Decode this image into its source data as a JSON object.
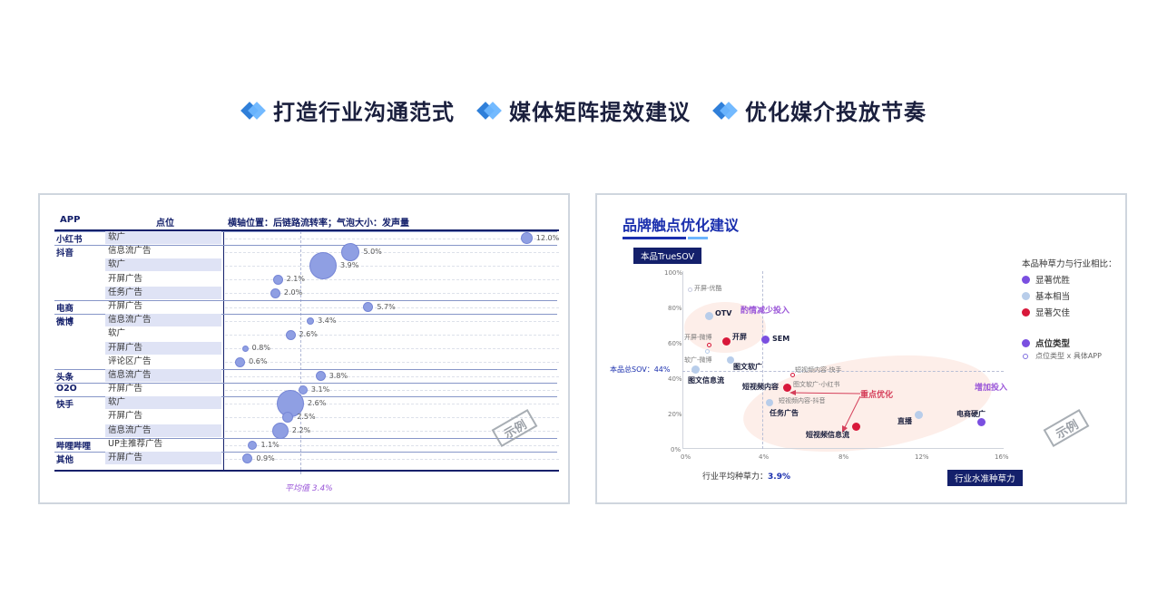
{
  "headline": [
    {
      "text": "打造行业沟通范式"
    },
    {
      "text": "媒体矩阵提效建议"
    },
    {
      "text": "优化媒介投放节奏"
    }
  ],
  "left_panel": {
    "col_app": "APP",
    "col_position": "点位",
    "axis_title": "横轴位置：后链路流转率；气泡大小：发声量",
    "avg_label": "平均值 3.4%",
    "stamp": "示例",
    "rows": [
      {
        "app": "小红书",
        "position": "软广",
        "value": "12.0%"
      },
      {
        "app": "抖音",
        "position": "信息流广告",
        "value": "5.0%"
      },
      {
        "app": "",
        "position": "软广",
        "value": "3.9%"
      },
      {
        "app": "",
        "position": "开屏广告",
        "value": "2.1%"
      },
      {
        "app": "",
        "position": "任务广告",
        "value": "2.0%"
      },
      {
        "app": "电商",
        "position": "开屏广告",
        "value": "5.7%"
      },
      {
        "app": "微博",
        "position": "信息流广告",
        "value": "3.4%"
      },
      {
        "app": "",
        "position": "软广",
        "value": "2.6%"
      },
      {
        "app": "",
        "position": "开屏广告",
        "value": "0.8%"
      },
      {
        "app": "",
        "position": "评论区广告",
        "value": "0.6%"
      },
      {
        "app": "头条",
        "position": "信息流广告",
        "value": "3.8%"
      },
      {
        "app": "O2O",
        "position": "开屏广告",
        "value": "3.1%"
      },
      {
        "app": "快手",
        "position": "软广",
        "value": "2.6%"
      },
      {
        "app": "",
        "position": "开屏广告",
        "value": "2.5%"
      },
      {
        "app": "",
        "position": "信息流广告",
        "value": "2.2%"
      },
      {
        "app": "哔哩哔哩",
        "position": "UP主推荐广告",
        "value": "1.1%"
      },
      {
        "app": "其他",
        "position": "开屏广告",
        "value": "0.9%"
      }
    ]
  },
  "right_panel": {
    "title": "品牌触点优化建议",
    "y_badge": "本品TrueSOV",
    "x_badge": "行业水准种草力",
    "legend_title": "本品种草力与行业相比：",
    "legend": [
      {
        "label": "显著优胜",
        "color": "#7a4fe0"
      },
      {
        "label": "基本相当",
        "color": "#b8cdea"
      },
      {
        "label": "显著欠佳",
        "color": "#d8183a"
      },
      {
        "label": "点位类型",
        "color": "#7a4fe0"
      },
      {
        "label": "点位类型 x 具体APP",
        "color": "#7f6fe0"
      }
    ],
    "y_ticks": [
      "100%",
      "80%",
      "60%",
      "40%",
      "20%",
      "0%"
    ],
    "x_ticks": [
      "0%",
      "4%",
      "8%",
      "12%",
      "16%"
    ],
    "sov_label": "本品总SOV：44%",
    "avg_x_label": "行业平均种草力：",
    "avg_x_value": "3.9%",
    "callouts": {
      "reduce": "酌情减少投入",
      "focus": "重点优化",
      "increase": "增加投入"
    },
    "stamp": "示例",
    "points": {
      "otv": "OTV",
      "kaiping": "开屏",
      "sem": "SEM",
      "tuwen_ruanguang": "图文软广",
      "tuwen_xinxiliu": "图文信息流",
      "duanshipin_neirong": "短视频内容",
      "renwu": "任务广告",
      "duanshipin_xinxiliu": "短视频信息流",
      "zhibo": "直播",
      "dianshang": "电商硬广",
      "kp_youku": "开屏-优酷",
      "kp_weibo": "开屏-微博",
      "rg_weibo": "软广-微博",
      "dsp_kuaishou": "短视频内容-快手",
      "tw_xhs": "图文软广-小红书",
      "dsp_douyin": "短视频内容-抖音"
    }
  }
}
